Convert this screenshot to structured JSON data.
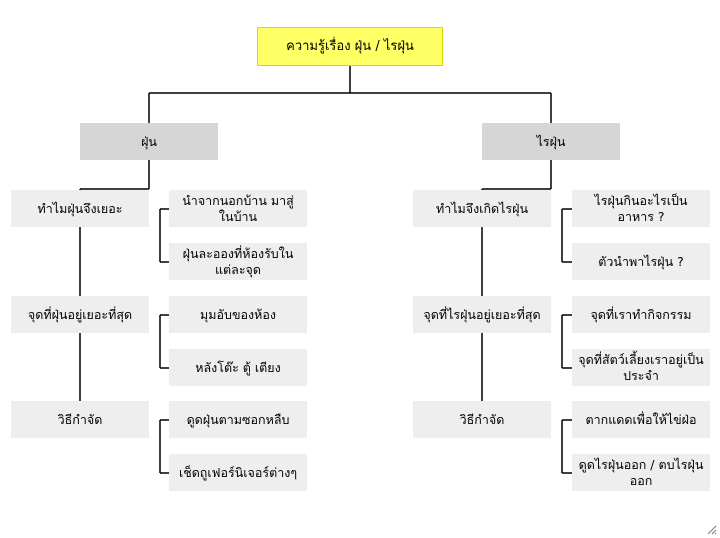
{
  "root": {
    "label": "ความรู้เรื่อง ฝุ่น / ไรฝุ่น"
  },
  "dust": {
    "label": "ฝุ่น",
    "q1": {
      "label": "ทำไมฝุ่นจึงเยอะ",
      "a1": "นำจากนอกบ้าน มาสู่ในบ้าน",
      "a2": "ฝุ่นละอองที่ห้องรับในแต่ละจุด"
    },
    "q2": {
      "label": "จุดที่ฝุ่นอยู่เยอะที่สุด",
      "a1": "มุมอับของห้อง",
      "a2": "หลังโต๊ะ ตู้ เตียง"
    },
    "q3": {
      "label": "วิธีกำจัด",
      "a1": "ดูดฝุ่นตามซอกหลืบ",
      "a2": "เช็ดถูเฟอร์นิเจอร์ต่างๆ"
    }
  },
  "mite": {
    "label": "ไรฝุ่น",
    "q1": {
      "label": "ทำไมจึงเกิดไรฝุ่น",
      "a1": "ไรฝุ่นกินอะไรเป็นอาหาร ?",
      "a2": "ตัวนำพาไรฝุ่น ?"
    },
    "q2": {
      "label": "จุดที่ไรฝุ่นอยู่เยอะที่สุด",
      "a1": "จุดที่เราทำกิจกรรม",
      "a2": "จุดที่สัตว์เลี้ยงเราอยู่เป็นประจำ"
    },
    "q3": {
      "label": "วิธีกำจัด",
      "a1": "ตากแดดเพื่อให้ไข่ฝ่อ",
      "a2": "ดูดไรฝุ่นออก / ตบไรฝุ่นออก"
    }
  },
  "colors": {
    "root_fill": "#ffff66",
    "branch_fill": "#d6d6d6",
    "node_fill": "#eeeeee",
    "line": "#000000"
  },
  "icons": {
    "resize_grip": "resize-grip-icon"
  }
}
